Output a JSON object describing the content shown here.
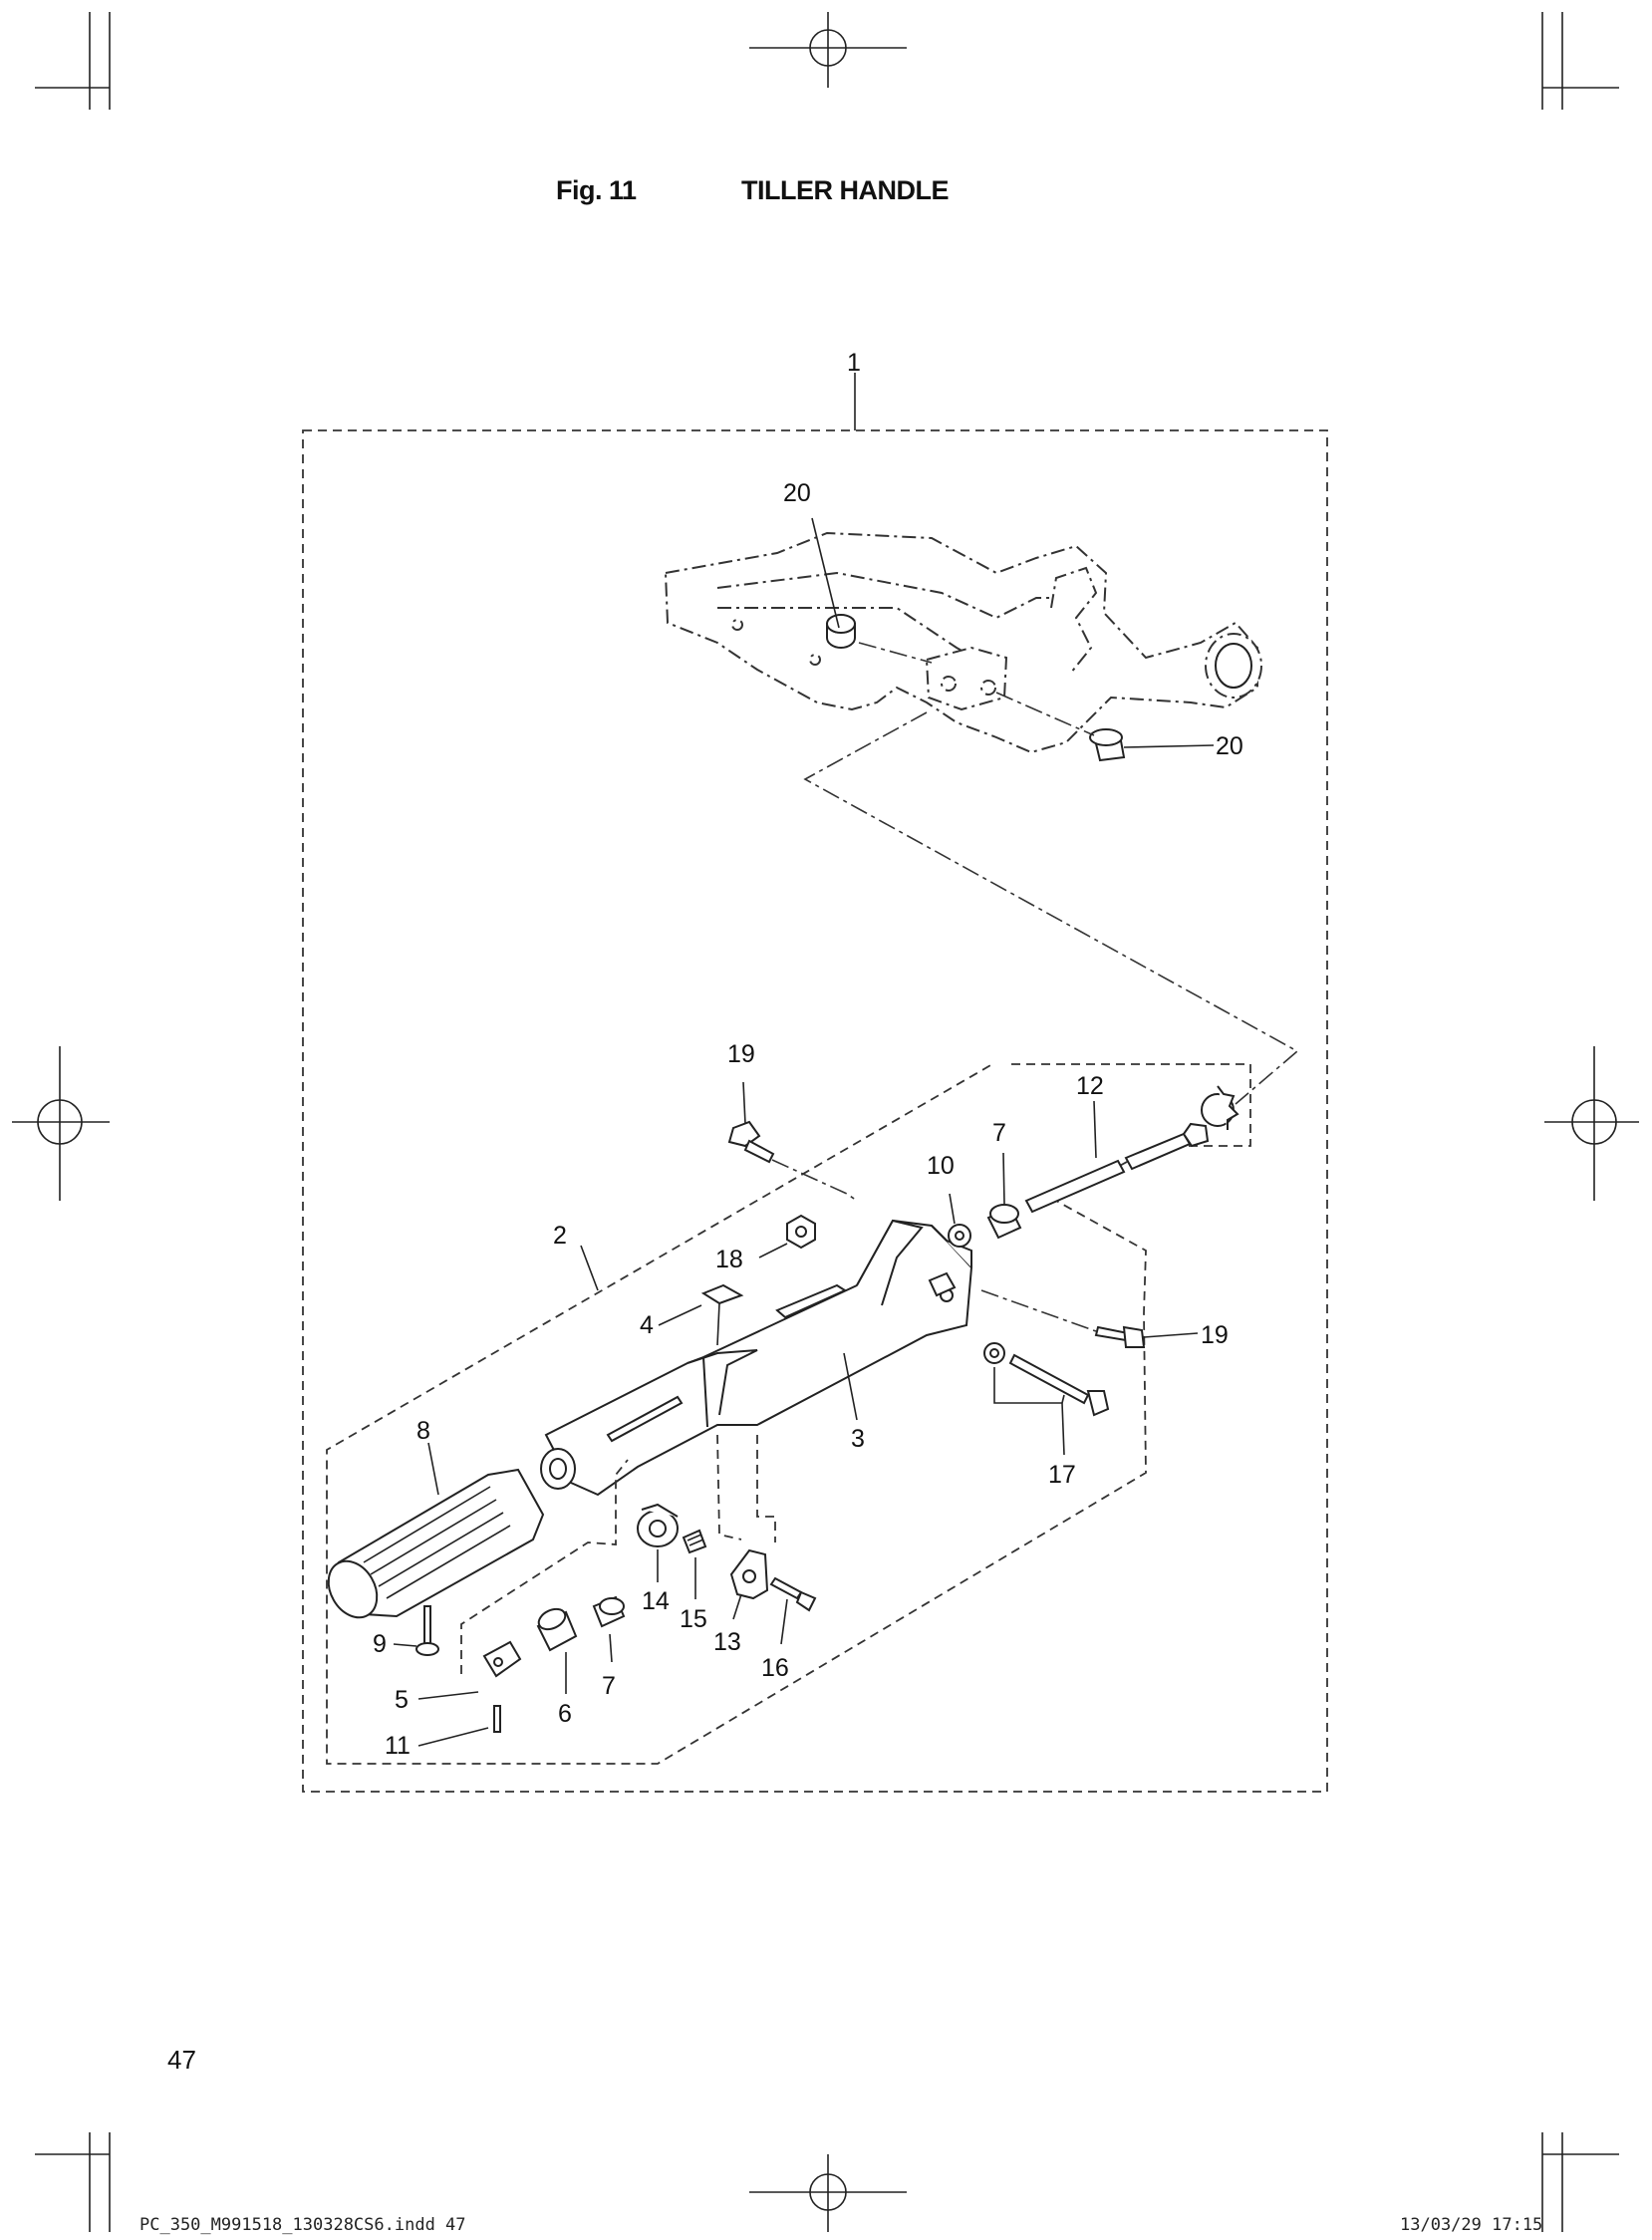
{
  "figure": {
    "number": "Fig. 11",
    "name": "TILLER HANDLE"
  },
  "callouts": {
    "c1": "1",
    "c2": "2",
    "c3": "3",
    "c4": "4",
    "c5": "5",
    "c6": "6",
    "c7a": "7",
    "c7b": "7",
    "c8": "8",
    "c9": "9",
    "c10": "10",
    "c11": "11",
    "c12": "12",
    "c13": "13",
    "c14": "14",
    "c15": "15",
    "c16": "16",
    "c17": "17",
    "c18": "18",
    "c19a": "19",
    "c19b": "19",
    "c20a": "20",
    "c20b": "20"
  },
  "page": {
    "number": "47"
  },
  "footer": {
    "file": "PC_350_M991518_130328CS6.indd   47",
    "stamp": "13/03/29   17:15"
  }
}
